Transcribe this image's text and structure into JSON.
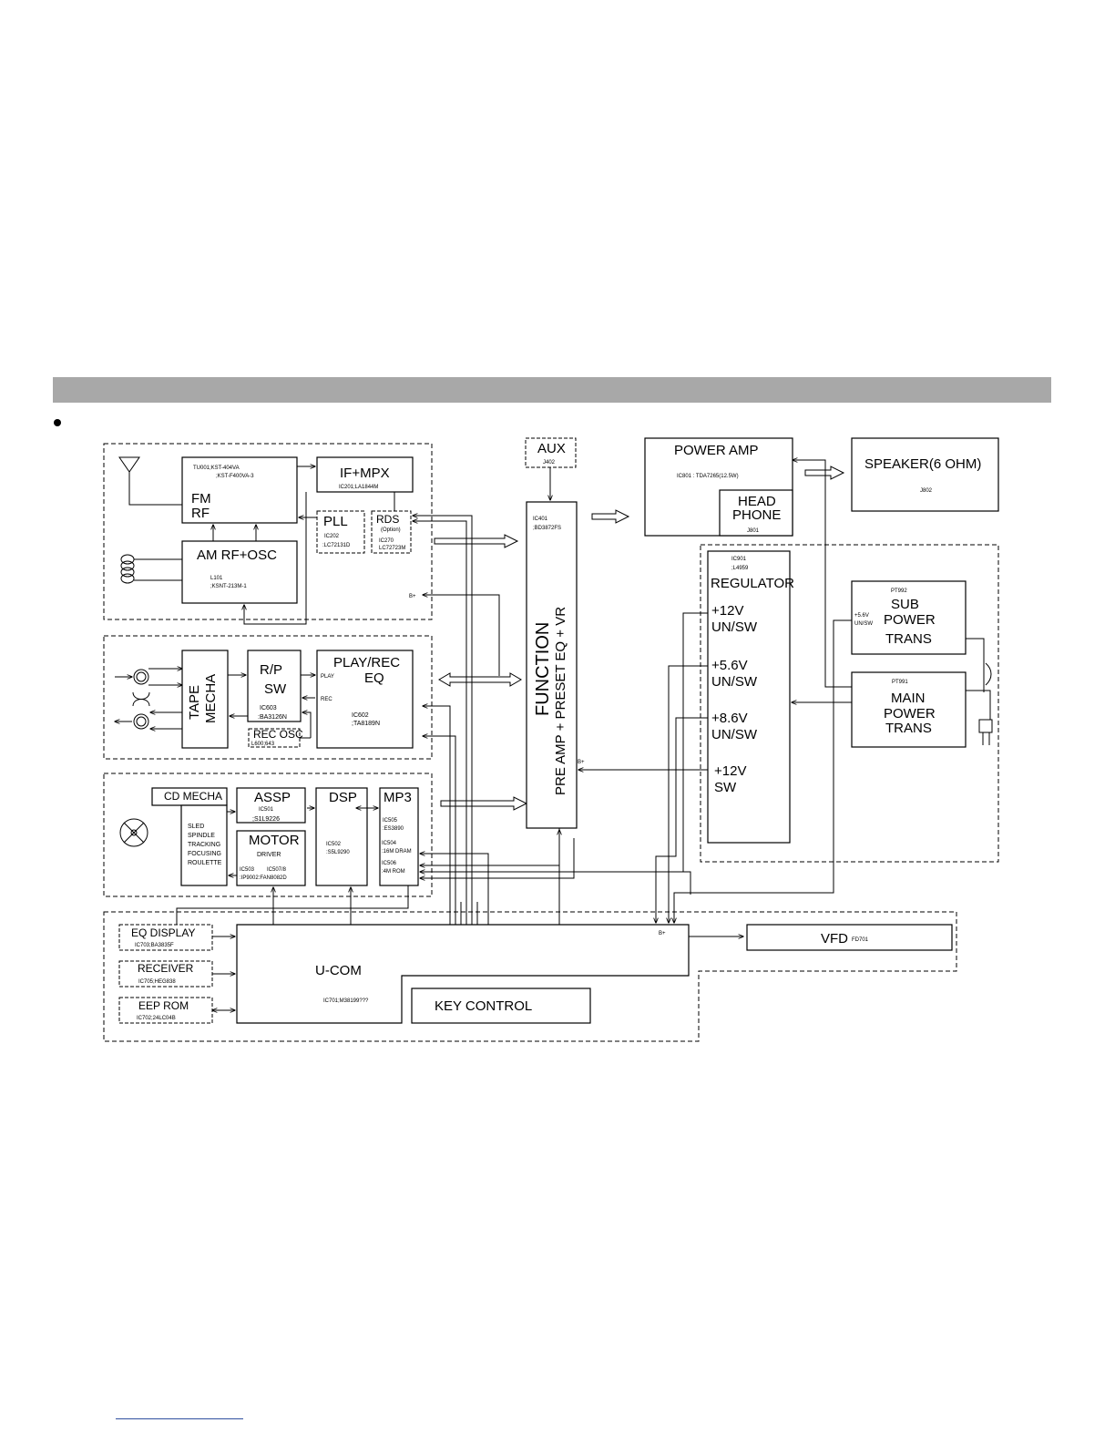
{
  "blocks": {
    "tuner": {
      "tu_line1": "TU001;KST-404VA",
      "tu_line2": ";KST-F400VA-3",
      "fm": "FM",
      "rf": "RF",
      "ifmpx": "IF+MPX",
      "ifmpx_ic": "IC201;LA1844M",
      "pll": "PLL",
      "pll_ic1": "IC202",
      "pll_ic2": ":LC72131D",
      "rds": "RDS",
      "rds_opt": "(Option)",
      "rds_ic1": "IC270",
      "rds_ic2": "LC72723M",
      "amrf": "AM RF+OSC",
      "am_l1": "L101",
      "am_l2": ";KSNT-213M-1",
      "bplus": "B+"
    },
    "tape": {
      "mecha1": "TAPE",
      "mecha2": "MECHA",
      "rp1": "R/P",
      "rp2": "SW",
      "rp_ic1": "IC603",
      "rp_ic2": ":BA3126N",
      "playrec1": "PLAY/REC",
      "playrec2": "EQ",
      "play": "PLAY",
      "rec": "REC",
      "eq_ic1": "IC602",
      "eq_ic2": ";TA8189N",
      "recosc": "REC OSC",
      "recosc_ic": "L600;643"
    },
    "cd": {
      "mecha": "CD MECHA",
      "servo": [
        "SLED",
        "SPINDLE",
        "TRACKING",
        "FOCUSING",
        "ROULETTE"
      ],
      "assp": "ASSP",
      "assp_ic1": "IC501",
      "assp_ic2": ";S1L9226",
      "motor1": "MOTOR",
      "motor2": "DRIVER",
      "motor_ic1": "IC503",
      "motor_ic2": "IC507/8",
      "motor_ic3": ":IP9002:FAN8082D",
      "dsp": "DSP",
      "dsp_ic1": "IC502",
      "dsp_ic2": ":S5L9290",
      "mp3": "MP3",
      "mp3_ic": [
        "IC505",
        ":ES3890",
        "IC504",
        ":16M DRAM",
        "IC506",
        ":4M ROM"
      ]
    },
    "aux": {
      "label": "AUX",
      "jack": "J402"
    },
    "function": {
      "ic1": "IC401",
      "ic2": ";BD3872FS",
      "title": "FUNCTION",
      "col1": "PRE AMP   +   PRESET EQ   +   VR",
      "bplus": "B+"
    },
    "power_amp": {
      "label": "POWER AMP",
      "ic": "IC801 : TDA7265(12.5W)",
      "head1": "HEAD",
      "head2": "PHONE",
      "head_jack": "J801"
    },
    "speaker": {
      "label": "SPEAKER(6 OHM)",
      "jack": "J802"
    },
    "regulator": {
      "ic1": "IC901",
      "ic2": ";L4959",
      "label": "REGULATOR",
      "rails": [
        "+12V",
        "UN/SW",
        "+5.6V",
        "UN/SW",
        "+8.6V",
        "UN/SW",
        "+12V",
        "SW"
      ]
    },
    "sub_trans": {
      "pt": "PT992",
      "l1": "SUB",
      "l2": "POWER",
      "l3": "TRANS",
      "tap1": "+5.6V",
      "tap2": "UN/SW"
    },
    "main_trans": {
      "pt": "PT991",
      "l1": "MAIN",
      "l2": "POWER",
      "l3": "TRANS"
    },
    "ucom": {
      "label": "U-COM",
      "ic": "IC701;M38199???",
      "bplus": "B+",
      "eq_display": "EQ DISPLAY",
      "eq_display_ic": "IC703;BA3835F",
      "receiver": "RECEIVER",
      "receiver_ic": "IC705;HEG838",
      "eeprom": "EEP ROM",
      "eeprom_ic": "IC702;24LC04B",
      "key": "KEY CONTROL",
      "vfd": "VFD",
      "vfd_ic": "FD701"
    }
  }
}
